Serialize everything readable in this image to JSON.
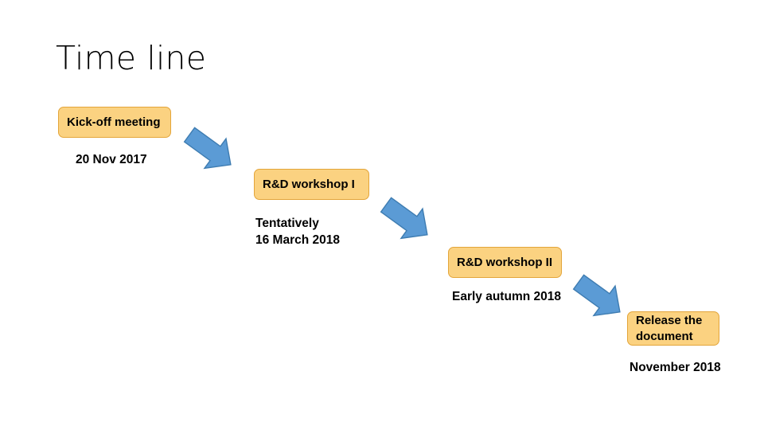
{
  "slide": {
    "title": "Time line",
    "background_color": "#FFFFFF",
    "box_fill_color": "#FBD281",
    "box_border_color": "#E3A53A",
    "arrow_fill_color": "#5B9BD5",
    "arrow_border_color": "#3E7CB1",
    "text_color": "#000000"
  },
  "milestones": [
    {
      "label": "Kick-off meeting",
      "date": "20 Nov 2017"
    },
    {
      "label": "R&D workshop I",
      "date": "Tentatively\n 16 March 2018"
    },
    {
      "label": "R&D workshop II",
      "date": "Early autumn 2018"
    },
    {
      "label": "Release the\ndocument",
      "date": "November 2018"
    }
  ],
  "connectors": [
    {
      "name": "arrow-1"
    },
    {
      "name": "arrow-2"
    },
    {
      "name": "arrow-3"
    }
  ]
}
